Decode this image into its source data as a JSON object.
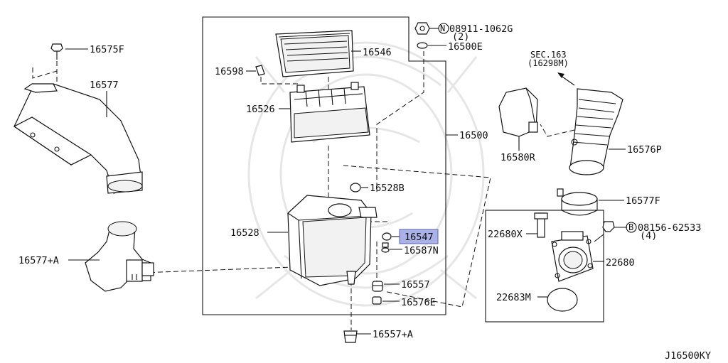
{
  "diagram_code": "J16500KY",
  "highlight_color": "#a9b1e6",
  "parts": {
    "p16575F": "16575F",
    "p16577": "16577",
    "p16577A": "16577+A",
    "p16598": "16598",
    "p16546": "16546",
    "p16526": "16526",
    "p16528B": "16528B",
    "p16528": "16528",
    "p16547": "16547",
    "p16587N": "16587N",
    "p16557": "16557",
    "p16576E": "16576E",
    "p16557A": "16557+A",
    "p16500": "16500",
    "p16500E": "16500E",
    "p08911": "08911-1062G",
    "p08911_qty": "(2)",
    "sec163": "SEC.163",
    "sec163_ref": "(16298M)",
    "p16580R": "16580R",
    "p16576P": "16576P",
    "p16577F": "16577F",
    "p08156": "08156-62533",
    "p08156_qty": "(4)",
    "p22680X": "22680X",
    "p22680": "22680",
    "p22683M": "22683M"
  },
  "symbols": {
    "nut_prefix": "N",
    "bolt_prefix": "B"
  },
  "selected_part": "16547"
}
